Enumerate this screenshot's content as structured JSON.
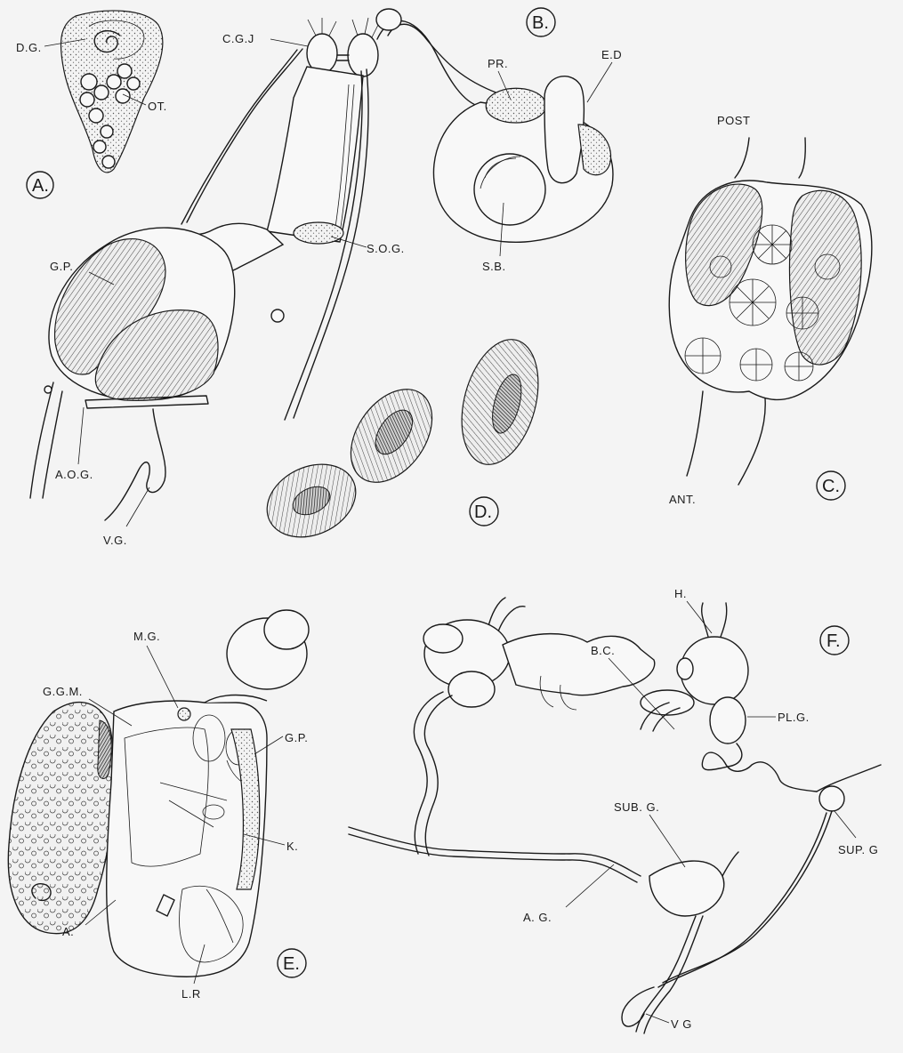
{
  "figures": {
    "A": {
      "letter": "A.",
      "labels": {
        "dg": "D.G.",
        "ot": "OT."
      }
    },
    "B": {
      "letter": "B.",
      "labels": {
        "cg": "C.G.J",
        "pr": "PR.",
        "ed": "E.D",
        "gp": "G.P.",
        "sog": "S.O.G.",
        "sb": "S.B.",
        "aog": "A.O.G.",
        "vg": "V.G."
      }
    },
    "C": {
      "letter": "C.",
      "labels": {
        "post": "POST",
        "ant": "ANT."
      }
    },
    "D": {
      "letter": "D."
    },
    "E": {
      "letter": "E.",
      "labels": {
        "mg": "M.G.",
        "ggm": "G.G.M.",
        "gp": "G.P.",
        "k": "K.",
        "a": "A.",
        "lr": "L.R"
      }
    },
    "F": {
      "letter": "F.",
      "labels": {
        "h": "H.",
        "bc": "B.C.",
        "plg": "PL.G.",
        "subg": "SUB. G.",
        "supg": "SUP. G",
        "ag": "A. G.",
        "vg": "V G"
      }
    }
  }
}
